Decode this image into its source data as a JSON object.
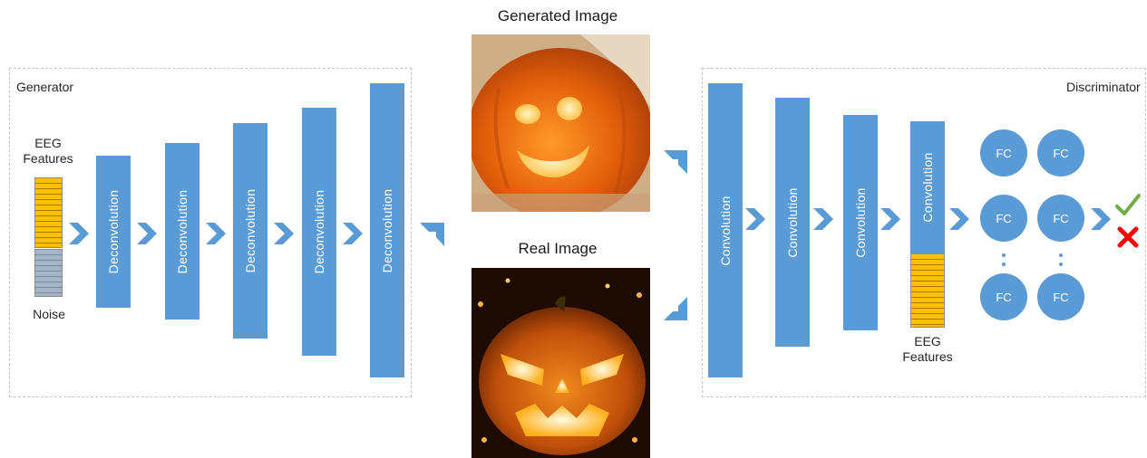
{
  "generator": {
    "title": "Generator",
    "eeg_label_line1": "EEG",
    "eeg_label_line2": "Features",
    "noise_label": "Noise",
    "layers": [
      "Deconvolution",
      "Deconvolution",
      "Deconvolution",
      "Deconvolution",
      "Deconvolution"
    ]
  },
  "images": {
    "generated_title": "Generated Image",
    "real_title": "Real Image"
  },
  "discriminator": {
    "title": "Discriminator",
    "layers": [
      "Convolution",
      "Convolution",
      "Convolution",
      "Convolution"
    ],
    "eeg_label_line1": "EEG",
    "eeg_label_line2": "Features",
    "fc_nodes": [
      "FC",
      "FC",
      "FC",
      "FC",
      "FC",
      "FC"
    ]
  },
  "colors": {
    "block": "#5b9bd5",
    "eeg_features": "#ffc000",
    "noise": "#a6b4c8",
    "check": "#70ad47",
    "cross": "#ff0000"
  },
  "icons": {
    "arrow": "chevron-right-icon",
    "accept": "check-icon",
    "reject": "cross-icon"
  }
}
